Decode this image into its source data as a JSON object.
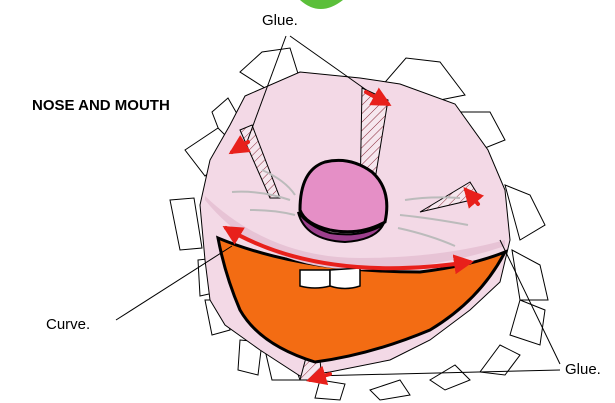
{
  "title": "NOSE AND MOUTH",
  "labels": {
    "glue_top": "Glue.",
    "curve": "Curve.",
    "glue_bottom_right": "Glue."
  },
  "colors": {
    "face_fill": "#f3d9e6",
    "nose_fill": "#e58fc6",
    "nose_shadow": "#9c3f8c",
    "mouth_fill": "#f36c13",
    "arrow": "#e8201b",
    "green_badge": "#5bbf3a"
  }
}
